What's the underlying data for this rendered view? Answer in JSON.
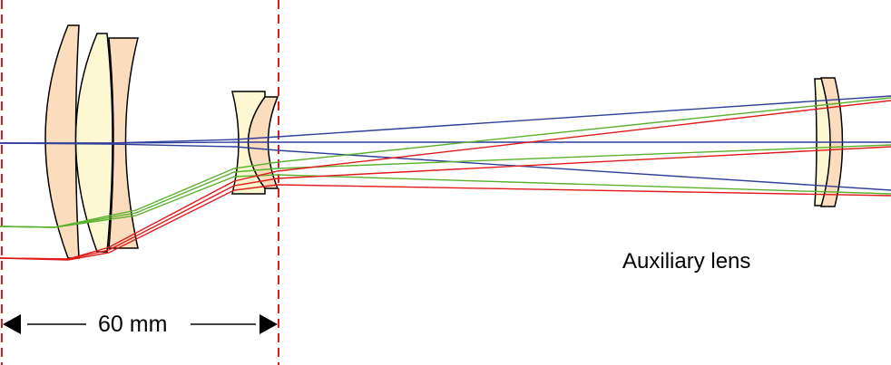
{
  "labels": {
    "dimension": "60 mm",
    "auxiliary": "Auxiliary lens"
  },
  "colors": {
    "lens_peach": "#fbdcbc",
    "lens_cream": "#fdf7d2",
    "ray_blue": "#2e3f9a",
    "ray_green": "#5bb02e",
    "ray_red": "#e01b1b",
    "guide_red": "#e01b1b",
    "outline": "#000000"
  },
  "diagram": {
    "dimension_mm": 60,
    "groups": [
      "main-lens-group",
      "middle-doublet",
      "auxiliary-lens"
    ],
    "ray_bundles": [
      "blue-axial",
      "green-field",
      "red-field"
    ]
  }
}
